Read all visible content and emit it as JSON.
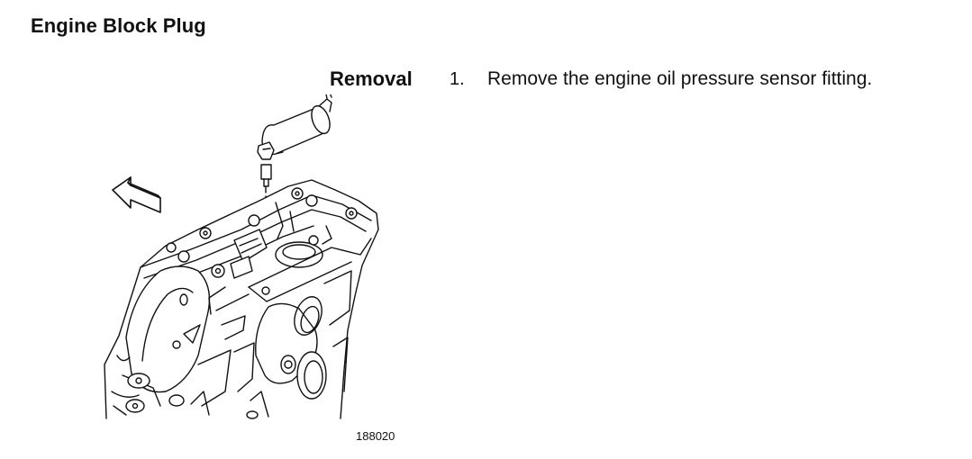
{
  "document": {
    "section_title": "Engine Block Plug",
    "procedure_label": "Removal",
    "steps": [
      {
        "number": "1.",
        "text": "Remove the engine oil pressure sensor fitting."
      }
    ],
    "figure": {
      "id": "188020",
      "icons": [
        "oil-pressure-sensor-icon",
        "sensor-fitting-icon",
        "direction-arrow-icon",
        "engine-block-drawing-icon"
      ]
    }
  }
}
